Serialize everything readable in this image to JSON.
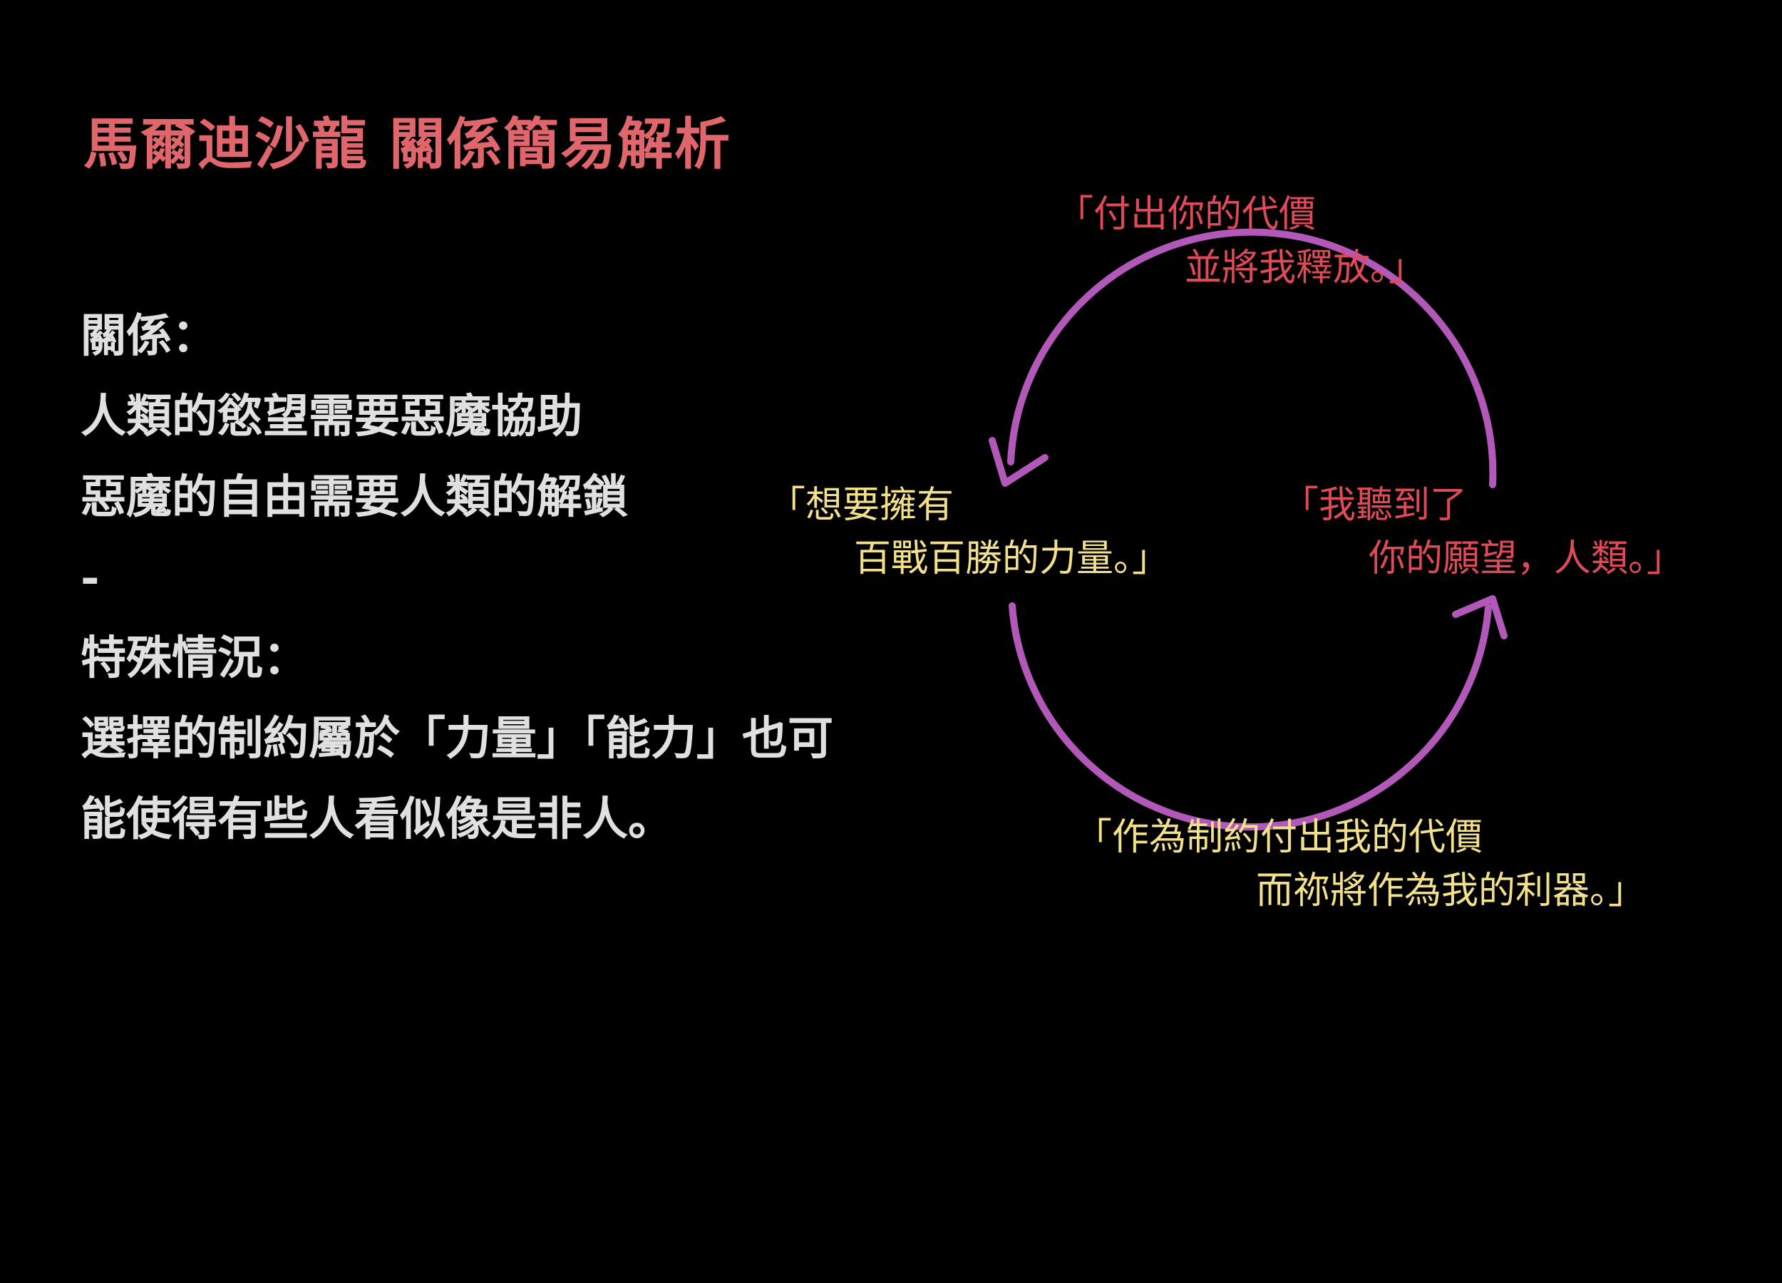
{
  "colors": {
    "background": "#000000",
    "title": "#e0666c",
    "body_text": "#e0e0e0",
    "human_speech": "#f2e08a",
    "demon_speech": "#e04a57",
    "arrow": "#b258b8"
  },
  "title": "馬爾迪沙龍 關係簡易解析",
  "body": {
    "lines": [
      "關係：",
      "人類的慾望需要惡魔協助",
      "惡魔的自由需要人類的解鎖",
      "-",
      "特殊情況：",
      "選擇的制約屬於「力量」「能力」也可",
      "能使得有些人看似像是非人。"
    ]
  },
  "diagram": {
    "top_quote": {
      "line1": "「付出你的代價",
      "line2": "並將我釋放。」"
    },
    "left_quote": {
      "line1": "「想要擁有",
      "line2": "百戰百勝的力量。」"
    },
    "right_quote": {
      "line1": "「我聽到了",
      "line2": "你的願望，人類。」"
    },
    "bottom_quote": {
      "line1": "「作為制約付出我的代價",
      "line2": "而祢將作為我的利器。」"
    }
  }
}
